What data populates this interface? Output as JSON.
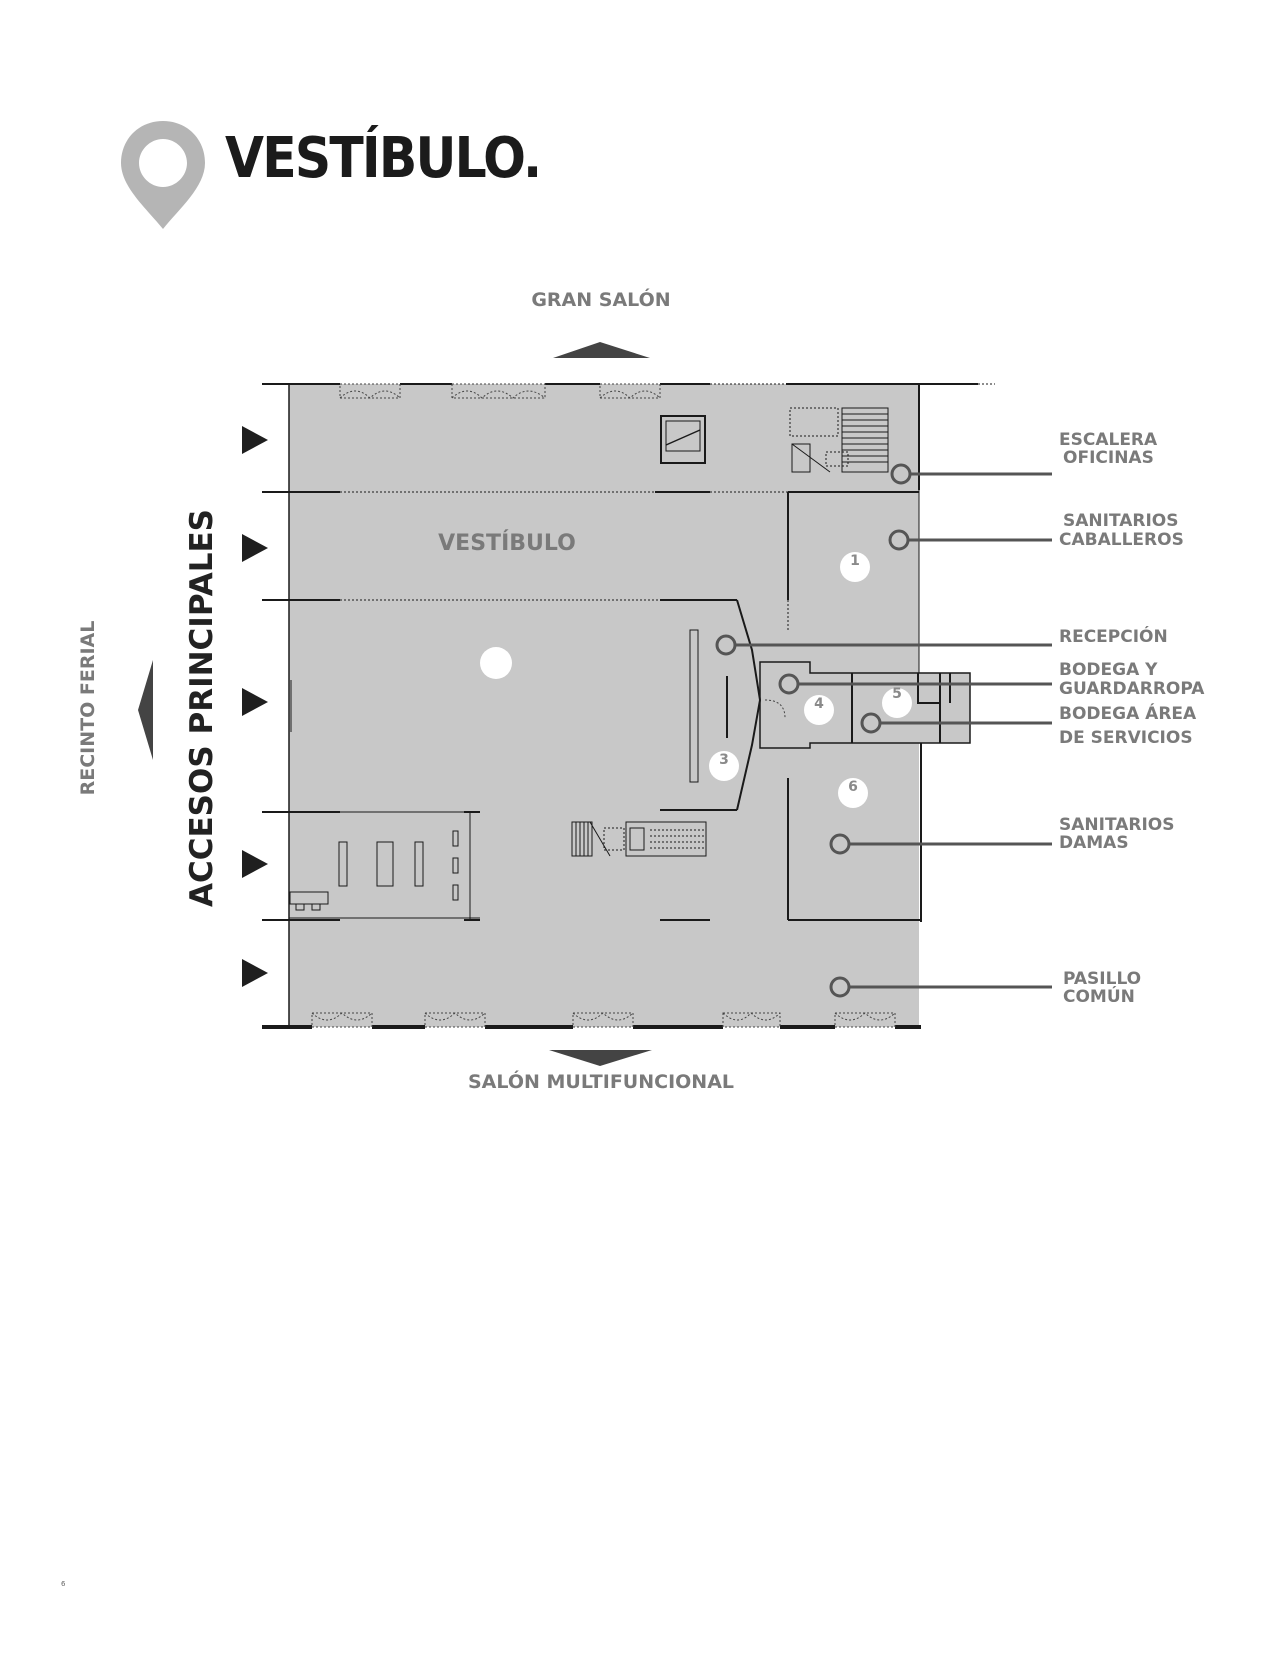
{
  "header": {
    "title": "VESTÍBULO."
  },
  "plan": {
    "directions": {
      "top": "GRAN SALÓN",
      "bottom": "SALÓN MULTIFUNCIONAL",
      "left_outer": "RECINTO FERIAL",
      "left_inner": "ACCESOS PRINCIPALES"
    },
    "room_label": "VESTÍBULO",
    "markers": [
      "1",
      "3",
      "4",
      "5",
      "6"
    ],
    "legend": [
      {
        "lines": [
          "ESCALERA",
          "OFICINAS"
        ]
      },
      {
        "lines": [
          "SANITARIOS",
          "CABALLEROS"
        ]
      },
      {
        "lines": [
          "RECEPCIÓN"
        ]
      },
      {
        "lines": [
          "BODEGA Y",
          "GUARDARROPA"
        ]
      },
      {
        "lines": [
          "BODEGA ÁREA",
          "DE SERVICIOS"
        ]
      },
      {
        "lines": [
          "SANITARIOS",
          "DAMAS"
        ]
      },
      {
        "lines": [
          "PASILLO",
          "COMÚN"
        ]
      }
    ]
  },
  "footer": {
    "page_number": "6"
  },
  "colors": {
    "floor": "#c8c8c8",
    "wall": "#1a1a1a",
    "pin": "#b5b5b5",
    "label": "#7a7a7a"
  }
}
